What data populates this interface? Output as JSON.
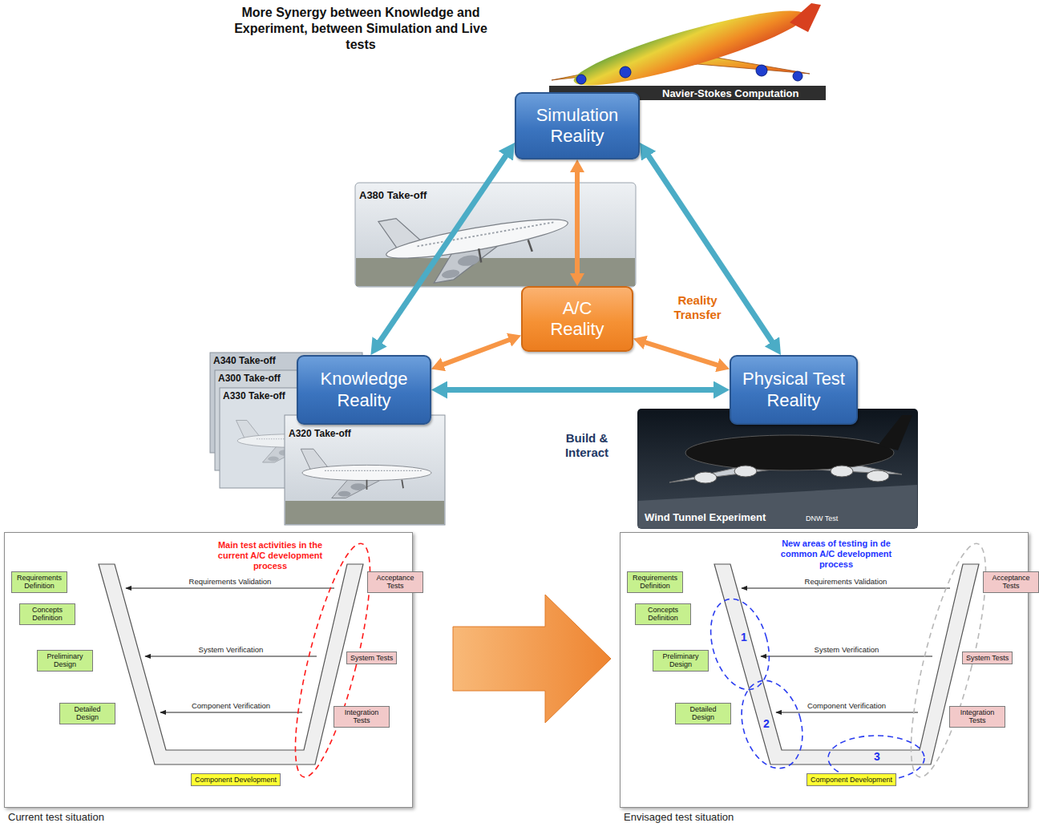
{
  "diagram": {
    "title": "More Synergy between Knowledge and Experiment, between Simulation and Live tests",
    "nodes": [
      {
        "text": [
          "Simulation Reality"
        ]
      },
      {
        "text": [
          "A/C Reality"
        ]
      },
      {
        "text": [
          "Knowledge Reality"
        ]
      },
      {
        "text": [
          "Physical Test Reality"
        ]
      },
      {
        "text": [
          "Current test situation"
        ]
      },
      {
        "text": [
          "Requirements Definition"
        ],
        "in": 4
      },
      {
        "text": [
          "Concepts Definition"
        ],
        "in": 4
      },
      {
        "text": [
          "Preliminary Design"
        ],
        "in": 4
      },
      {
        "text": [
          "Detailed Design"
        ],
        "in": 4
      },
      {
        "text": [
          "Component Development"
        ],
        "in": 4
      },
      {
        "text": [
          "Integration Tests"
        ],
        "in": 4
      },
      {
        "text": [
          "System Tests"
        ],
        "in": 4
      },
      {
        "text": [
          "Acceptance Tests"
        ],
        "in": 4
      },
      {
        "text": [
          "Envisaged test situation"
        ]
      },
      {
        "text": [
          "Requirements Definition"
        ],
        "in": 13
      },
      {
        "text": [
          "Concepts Definition"
        ],
        "in": 13
      },
      {
        "text": [
          "Preliminary Design"
        ],
        "in": 13
      },
      {
        "text": [
          "Detailed Design"
        ],
        "in": 13
      },
      {
        "text": [
          "Component Development"
        ],
        "in": 13
      },
      {
        "text": [
          "Integration Tests"
        ],
        "in": 13
      },
      {
        "text": [
          "System Tests"
        ],
        "in": 13
      },
      {
        "text": [
          "Acceptance Tests"
        ],
        "in": 13
      }
    ],
    "edges": [
      {
        "from": 0,
        "to": 2,
        "arrow": "both"
      },
      {
        "from": 0,
        "to": 3,
        "arrow": "both"
      },
      {
        "from": 1,
        "to": 0,
        "arrow": "both"
      },
      {
        "from": 1,
        "to": 2,
        "arrow": "both"
      },
      {
        "from": 1,
        "to": 3,
        "label": "Reality Transfer",
        "arrow": "both"
      },
      {
        "from": 2,
        "to": 3,
        "label": "Build & Interact",
        "arrow": "both"
      }
    ],
    "labels": [
      "Navier-Stokes Computation",
      "A380 Take-off",
      "A340 Take-off",
      "A300 Take-off",
      "A330 Take-off",
      "A320 Take-off",
      "Wind Tunnel Experiment",
      "DNW Test",
      "Main test activities in the current A/C development process",
      "Requirements Validation",
      "System Verification",
      "Component Verification",
      "New areas of testing in de common A/C development process",
      "Requirements Validation",
      "System Verification",
      "Component Verification",
      "1",
      "2",
      "3"
    ]
  }
}
